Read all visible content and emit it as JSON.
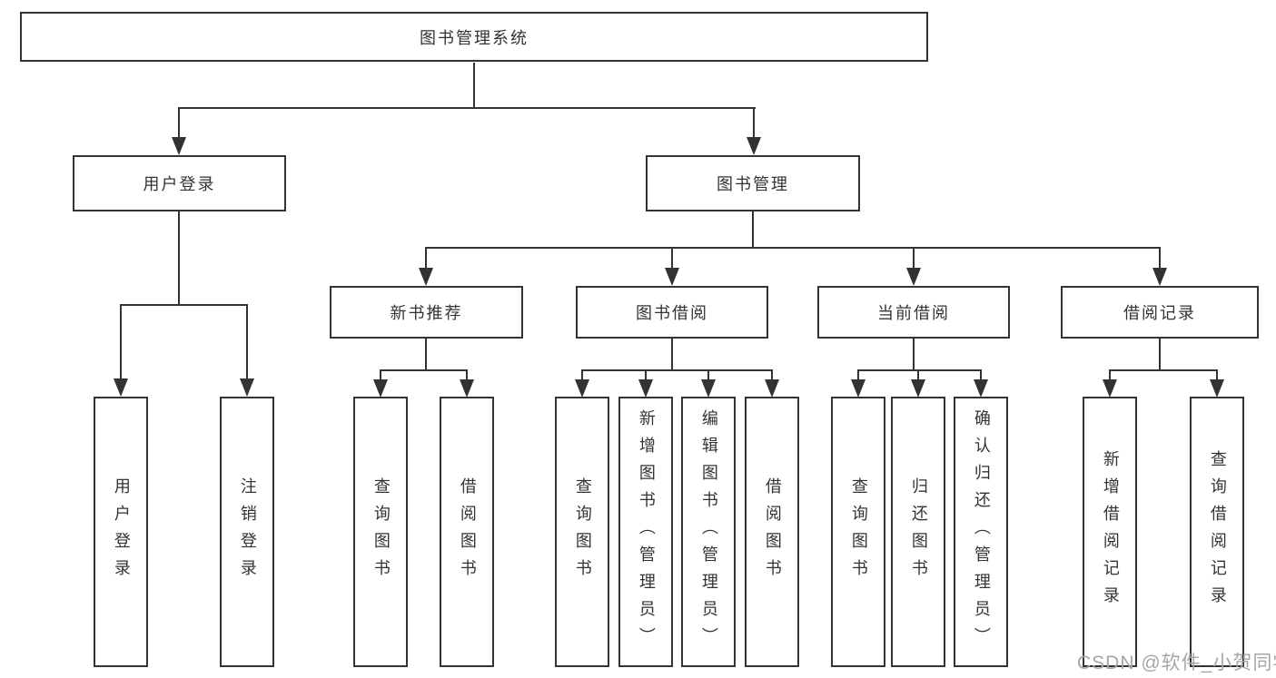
{
  "diagram": {
    "root": {
      "label": "图书管理系统"
    },
    "branches": [
      {
        "label": "用户登录"
      },
      {
        "label": "图书管理"
      }
    ],
    "modules": [
      {
        "label": "新书推荐"
      },
      {
        "label": "图书借阅"
      },
      {
        "label": "当前借阅"
      },
      {
        "label": "借阅记录"
      }
    ],
    "leaves": {
      "user_login": [
        {
          "label": "用户登录"
        },
        {
          "label": "注销登录"
        }
      ],
      "new_book": [
        {
          "label": "查询图书"
        },
        {
          "label": "借阅图书"
        }
      ],
      "book_borrow": [
        {
          "label": "查询图书"
        },
        {
          "label": "新增图书（管理员）"
        },
        {
          "label": "编辑图书（管理员）"
        },
        {
          "label": "借阅图书"
        }
      ],
      "current_borrow": [
        {
          "label": "查询图书"
        },
        {
          "label": "归还图书"
        },
        {
          "label": "确认归还（管理员）"
        }
      ],
      "borrow_record": [
        {
          "label": "新增借阅记录"
        },
        {
          "label": "查询借阅记录"
        }
      ]
    },
    "watermark": "CSDN @软件_小贺同学"
  },
  "colors": {
    "line": "#333333",
    "box_border": "#333333",
    "text": "#333333",
    "background": "#ffffff",
    "watermark": "#a6a6a6"
  }
}
